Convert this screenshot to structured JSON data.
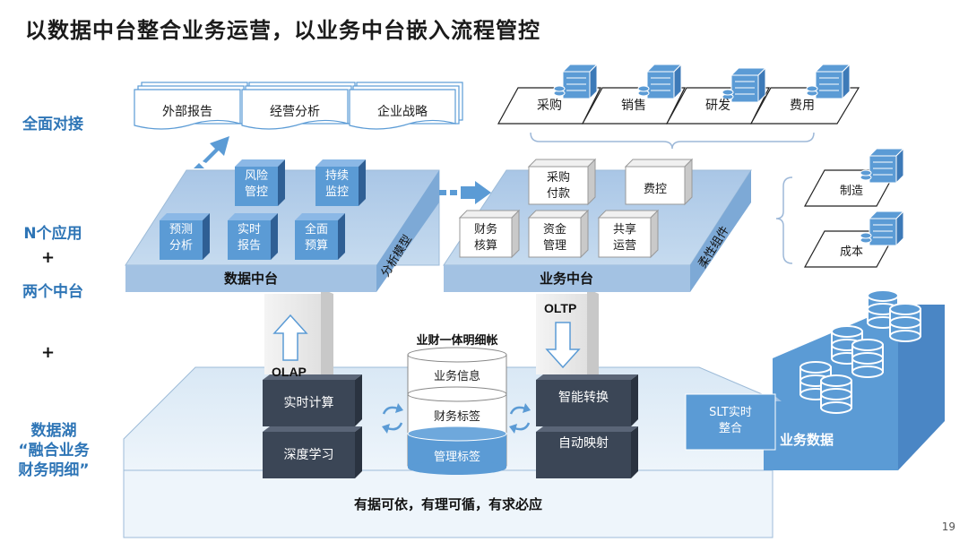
{
  "title": "以数据中台整合业务运营，以业务中台嵌入流程管控",
  "side_labels": {
    "full_connect": "全面对接",
    "n_apps": "N个应用",
    "plus1": "+",
    "two_platforms": "两个中台",
    "plus2": "+",
    "data_lake": [
      "数据湖",
      "“融合业务",
      "财务明细”"
    ]
  },
  "reports": [
    "外部报告",
    "经营分析",
    "企业战略"
  ],
  "departments": [
    "采购",
    "销售",
    "研发",
    "费用"
  ],
  "side_departments": [
    "制造",
    "成本"
  ],
  "data_platform": {
    "label": "数据中台",
    "side_label": "分析模型",
    "cubes": [
      [
        "风险",
        "管控"
      ],
      [
        "持续",
        "监控"
      ],
      [
        "预测",
        "分析"
      ],
      [
        "实时",
        "报告"
      ],
      [
        "全面",
        "预算"
      ]
    ]
  },
  "business_platform": {
    "label": "业务中台",
    "side_label": "柔性组件",
    "cubes": [
      [
        "采购",
        "付款"
      ],
      [
        "费控"
      ],
      [
        "财务",
        "核算"
      ],
      [
        "资金",
        "管理"
      ],
      [
        "共享",
        "运营"
      ]
    ]
  },
  "olap": "OLAP",
  "oltp": "OLTP",
  "left_boxes": [
    "实时计算",
    "深度学习"
  ],
  "right_boxes": [
    "智能转换",
    "自动映射"
  ],
  "ledger": {
    "title": "业财一体明细帐",
    "layers": [
      "业务信息",
      "财务标签",
      "管理标签"
    ]
  },
  "slt": [
    "SLT实时",
    "整合"
  ],
  "business_data": "业务数据",
  "bottom_text": "有据可依，有理可循，有求必应",
  "page_number": "19",
  "colors": {
    "accent_blue": "#2e75b6",
    "cube_blue": "#5b9bd5",
    "platform_light": "#b4cde8",
    "dark_box": "#3b4656",
    "lake_fill": "#e9f2fa"
  }
}
